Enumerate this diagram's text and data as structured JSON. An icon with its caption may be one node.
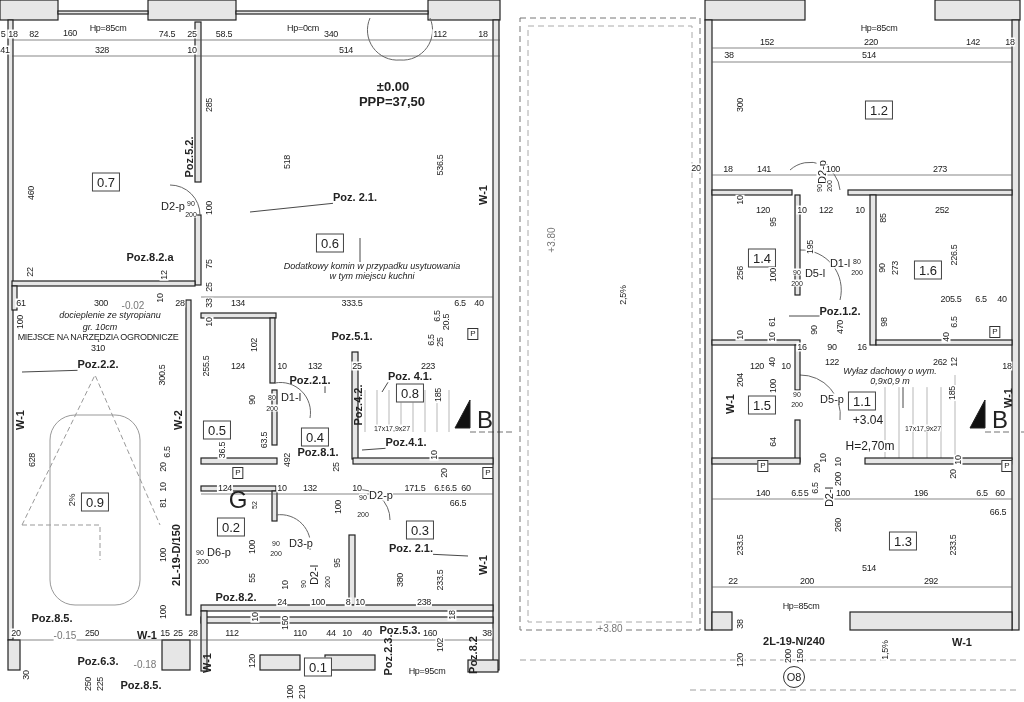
{
  "diagram": {
    "nodes": [
      {
        "text": [
          "Poz. 2.1."
        ]
      },
      {
        "text": [
          "Poz.2.2."
        ]
      },
      {
        "text": [
          "Poz.2.1."
        ]
      },
      {
        "text": [
          "Poz. 4.1."
        ]
      },
      {
        "text": [
          "Poz.4.1."
        ]
      },
      {
        "text": [
          "Poz. 2.1."
        ]
      },
      {
        "text": [
          "Poz.1.2."
        ]
      },
      {
        "text": [
          "Wyłaz dachowy o wym. 0,9x0,9 m"
        ]
      },
      {
        "text": [
          "Dodatkowy komin w przypadku usytuowania w tym miejscu kuchni"
        ]
      }
    ],
    "edges": [
      {
        "from": 0,
        "to": null,
        "arrow": "none"
      },
      {
        "from": 1,
        "to": null,
        "arrow": "none"
      },
      {
        "from": 2,
        "to": null,
        "arrow": "none"
      },
      {
        "from": 3,
        "to": null,
        "arrow": "none"
      },
      {
        "from": 4,
        "to": null,
        "arrow": "none"
      },
      {
        "from": 5,
        "to": null,
        "arrow": "none"
      },
      {
        "from": 6,
        "to": null,
        "arrow": "none"
      },
      {
        "from": 7,
        "to": null,
        "arrow": "none"
      },
      {
        "from": 8,
        "to": null,
        "arrow": "none"
      }
    ],
    "labels": [
      "5",
      "18",
      "82",
      "160",
      "Hp=85cm",
      "74.5",
      "25",
      "58.5",
      "Hp=0cm",
      "340",
      "112",
      "18",
      "41",
      "328",
      "10",
      "514",
      "285",
      "±0.00",
      "PPP=37,50",
      "Poz.5.2.",
      "518",
      "536.5",
      "W-1",
      "0.7",
      "460",
      "D2-p",
      "90",
      "200",
      "100",
      "0.6",
      "Poz.8.2.a",
      "75",
      "22",
      "12",
      "10",
      "25",
      "33",
      "61",
      "300",
      "-0.02",
      "28",
      "134",
      "333.5",
      "6.5",
      "40",
      "docieplenie ze styropianu",
      "gr. 10cm",
      "100",
      "10",
      "MIEJSCE NA NARZĘDZIA OGRODNICZE",
      "310",
      "102",
      "Poz.5.1.",
      "6.5",
      "20.5",
      "6.5",
      "25",
      "P",
      "255.5",
      "124",
      "10",
      "132",
      "25",
      "223",
      "300.5",
      "W-1",
      "W-2",
      "90",
      "80",
      "D1-l",
      "200",
      "0.8",
      "185",
      "Poz.4.2.",
      "B",
      "0.5",
      "0.4",
      "17x17,9x27",
      "63.5",
      "628",
      "36.5",
      "Poz.8.1.",
      "492",
      "10",
      "6.5",
      "20",
      "25",
      "20",
      "P",
      "P",
      "10",
      "124",
      "G",
      "52",
      "10",
      "132",
      "10",
      "171.5",
      "6.5",
      "6.5",
      "60",
      "66.5",
      "2%",
      "0.9",
      "81",
      "100",
      "90",
      "D2-p",
      "200",
      "0.2",
      "0.3",
      "2L-19-D/150",
      "90",
      "D6-p",
      "200",
      "100",
      "100",
      "90",
      "D3-p",
      "200",
      "W-1",
      "95",
      "D2-l",
      "90",
      "200",
      "380",
      "233.5",
      "55",
      "10",
      "Poz.8.2.",
      "24",
      "100",
      "8",
      "10",
      "238",
      "Poz.8.5.",
      "100",
      "10",
      "150",
      "18",
      "20",
      "250",
      "-0.15",
      "W-1",
      "15",
      "25",
      "28",
      "112",
      "110",
      "44",
      "10",
      "40",
      "Poz.5.3.",
      "160",
      "38",
      "Poz.2.3.",
      "102",
      "Poz.8.2",
      "W-1",
      "120",
      "0.1",
      "Hp=95cm",
      "Poz.6.3.",
      "-0.18",
      "30",
      "250",
      "225",
      "Poz.8.5.",
      "100",
      "210",
      "+3.80",
      "2,5%",
      "+3.80",
      "Hp=85cm",
      "152",
      "220",
      "142",
      "18",
      "38",
      "514",
      "300",
      "1.2",
      "20",
      "18",
      "141",
      "D2-p",
      "100",
      "90",
      "200",
      "273",
      "10",
      "120",
      "10",
      "122",
      "10",
      "85",
      "252",
      "95",
      "195",
      "226.5",
      "1.4",
      "D1-l",
      "80",
      "200",
      "90",
      "273",
      "1.6",
      "256",
      "100",
      "90",
      "D5-l",
      "200",
      "205.5",
      "6.5",
      "40",
      "61",
      "90",
      "470",
      "98",
      "6.5",
      "10",
      "10",
      "40",
      "P",
      "16",
      "90",
      "16",
      "120",
      "40",
      "10",
      "122",
      "262",
      "12",
      "18",
      "W-1",
      "204",
      "100",
      "1.5",
      "90",
      "D5-p",
      "200",
      "1.1",
      "185",
      "W-1",
      "B",
      "+3.04",
      "17x17,9x27",
      "H=2,70m",
      "64",
      "P",
      "P",
      "20",
      "10",
      "10",
      "10",
      "20",
      "200",
      "6.5",
      "D2-l",
      "140",
      "6.5",
      "5",
      "100",
      "196",
      "6.5",
      "60",
      "66.5",
      "260",
      "1.3",
      "233.5",
      "233.5",
      "514",
      "22",
      "200",
      "292",
      "Hp=85cm",
      "38",
      "2L-19-N/240",
      "W-1",
      "120",
      "200",
      "150",
      "O8",
      "1,5%"
    ]
  }
}
